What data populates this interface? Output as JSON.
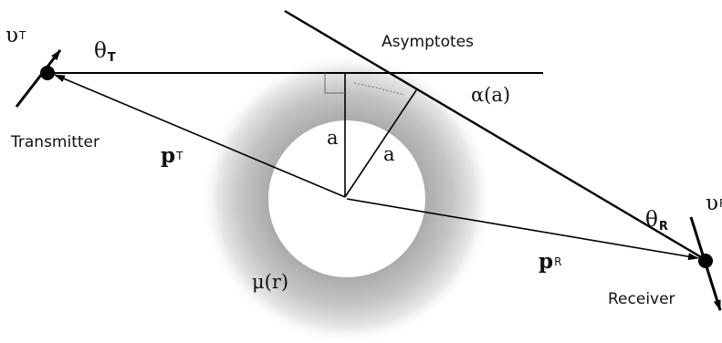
{
  "labels": {
    "asymptotes": "Asymptotes",
    "alpha": "α(a)",
    "transmitter": "Transmitter",
    "receiver": "Receiver",
    "mu": "μ(r)",
    "radius_vertical": "a",
    "radius_diagonal": "a"
  },
  "vectors": {
    "pT": {
      "main": "p",
      "sub": "T"
    },
    "pR": {
      "main": "p",
      "sub": "R"
    },
    "vT": {
      "main": "υ",
      "sub": "T"
    },
    "vR": {
      "main": "υ",
      "sub": "R"
    }
  },
  "angles": {
    "thetaT": {
      "main": "θ",
      "sub": "T"
    },
    "thetaR": {
      "main": "θ",
      "sub": "R"
    }
  },
  "colors": {
    "line": "#000000",
    "halo_inner": "#a9a9a9",
    "halo_outer": "#ffffff",
    "background": "#ffffff"
  }
}
